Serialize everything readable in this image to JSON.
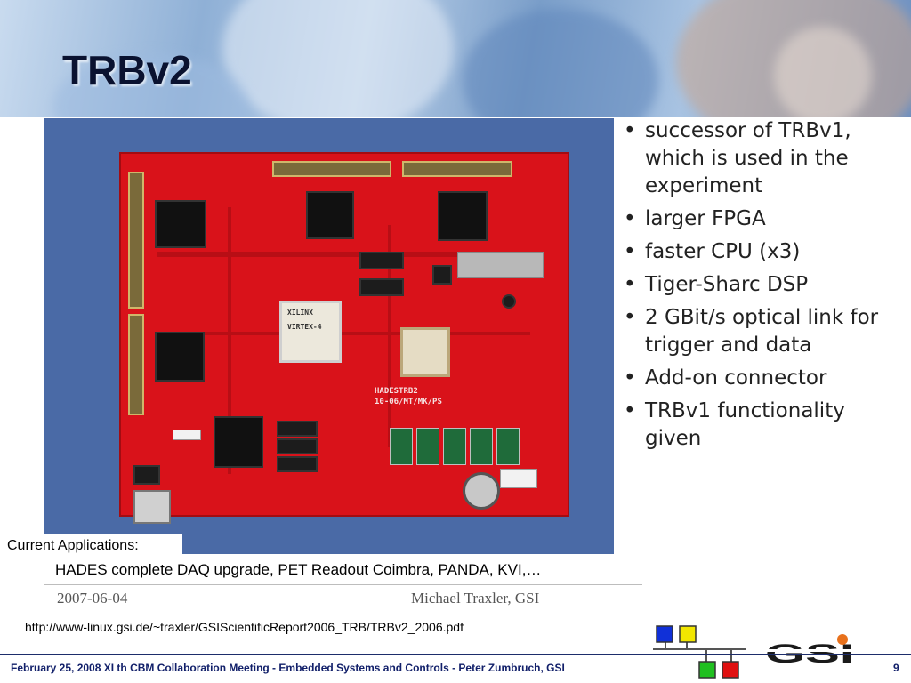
{
  "slide": {
    "title": "TRBv2",
    "bullets": [
      "successor of TRBv1, which is used in the experiment",
      "larger FPGA",
      "faster CPU (x3)",
      "Tiger-Sharc DSP",
      "2 GBit/s optical link for trigger and data",
      "Add-on connector",
      "TRBv1 functionality given"
    ],
    "bullet_symbol": "•",
    "applications_label": "Current Applications:",
    "applications_text": "HADES complete DAQ upgrade, PET Readout Coimbra, PANDA, KVI,…",
    "photo_caption": {
      "date": "2007-06-04",
      "author": "Michael Traxler, GSI"
    },
    "board_markings": {
      "fpga_label": "VIRTEX-4",
      "board_name": "HADESTRB2",
      "board_date": "10-06/MT/MK/PS",
      "fpga_vendor": "XILINX"
    },
    "url": "http://www-linux.gsi.de/~traxler/GSIScientificReport2006_TRB/TRBv2_2006.pdf"
  },
  "footer": {
    "text": "February 25, 2008   XI th CBM Collaboration Meeting - Embedded Systems and Controls - Peter Zumbruch, GSI",
    "page_number": "9"
  },
  "logos": {
    "gsi_text": "GSI",
    "network_logo_colors": [
      "#1030d8",
      "#f2e600",
      "#20c020",
      "#e01010"
    ],
    "gsi_accent_color": "#e8711c"
  }
}
